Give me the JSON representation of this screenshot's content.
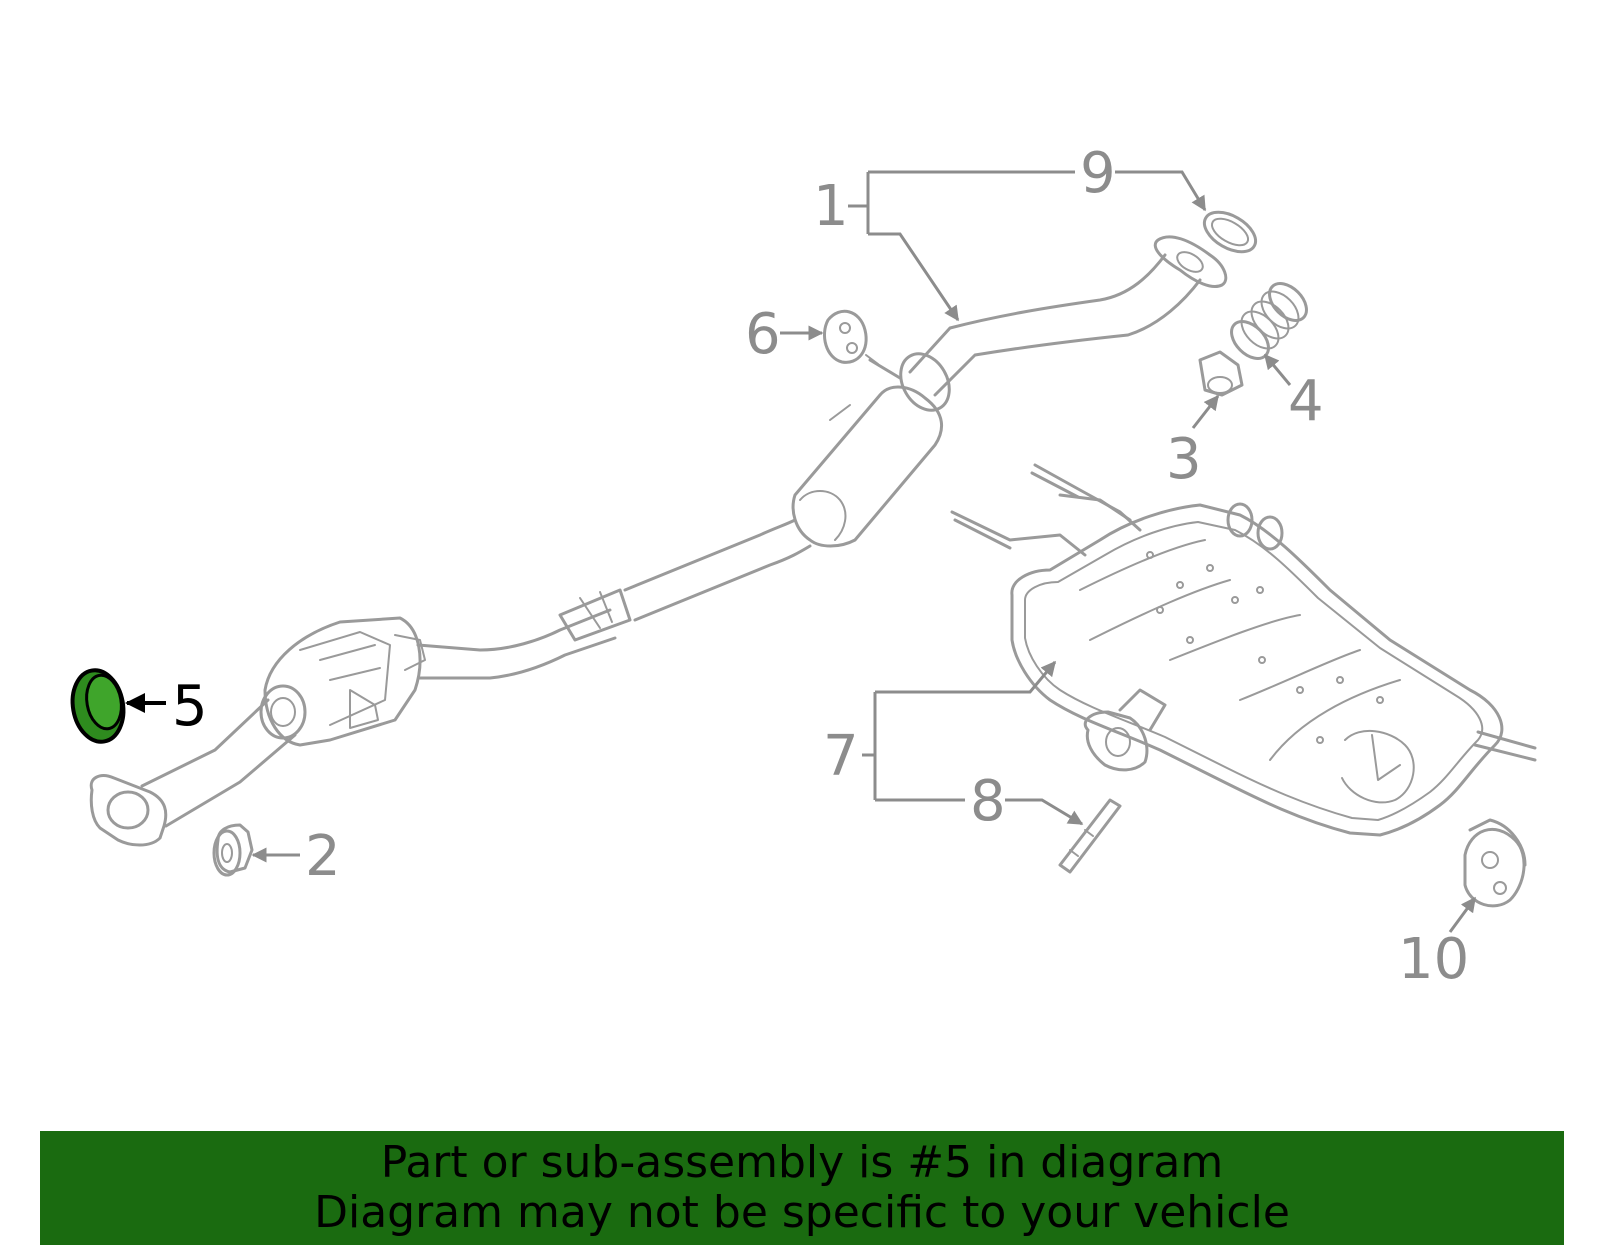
{
  "diagram": {
    "callouts": [
      "1",
      "2",
      "3",
      "4",
      "5",
      "6",
      "7",
      "8",
      "9",
      "10"
    ],
    "highlighted_part": "5",
    "highlight_color": "#2e8b1e",
    "line_color": "#9a9a9a"
  },
  "banner": {
    "line1": "Part or sub-assembly is #5 in diagram",
    "line2": "Diagram may not be specific to your vehicle",
    "background": "#1a6b10"
  }
}
